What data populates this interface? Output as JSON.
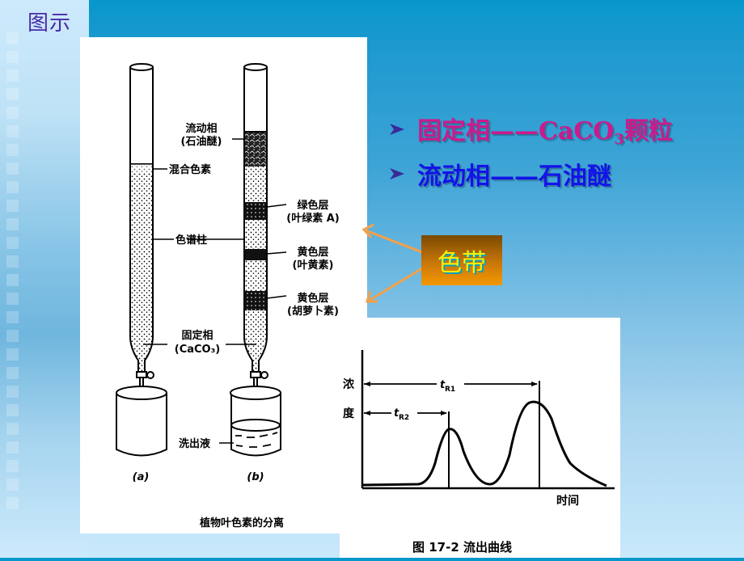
{
  "slide": {
    "title": "图示",
    "background_top_color": "#0797cb",
    "background_bottom_color": "#c9e9fb"
  },
  "bullets": [
    {
      "prefix": "固定相——CaCO",
      "sub": "3",
      "suffix": "颗粒",
      "color": "#cc1a8c"
    },
    {
      "prefix": "流动相——石油醚",
      "sub": "",
      "suffix": "",
      "color": "#1313e8"
    }
  ],
  "band_callout": {
    "label": "色带",
    "text_color": "#ffee00",
    "arrow_color": "#f4a04a"
  },
  "figure_columns": {
    "caption": "植物叶色素的分离",
    "column_a": {
      "label": "(a)",
      "annotations": [
        "混合色素",
        "色谱柱"
      ]
    },
    "column_b": {
      "label": "(b)",
      "annotations": [
        {
          "line1": "流动相",
          "line2": "(石油醚)"
        },
        {
          "line1": "绿色层",
          "line2": "(叶绿素 A)"
        },
        {
          "line1": "黄色层",
          "line2": "(叶黄素)"
        },
        {
          "line1": "黄色层",
          "line2": "(胡萝卜素)"
        }
      ]
    },
    "shared_annotations": {
      "stationary_phase": {
        "line1": "固定相",
        "line2": "(CaCO₃)"
      },
      "eluate": "洗出液"
    }
  },
  "figure_curve": {
    "caption": "图 17-2  流出曲线",
    "ylabel_1": "浓",
    "ylabel_2": "度",
    "xlabel": "时间",
    "tr1_label": "t",
    "tr1_sub": "R1",
    "tr2_label": "t",
    "tr2_sub": "R2"
  },
  "chart_data": {
    "type": "line",
    "title": "流出曲线",
    "xlabel": "时间",
    "ylabel": "浓度",
    "series": [
      {
        "name": "elution curve",
        "peaks": [
          {
            "label": "tR2",
            "x_rel": 0.35,
            "height_rel": 0.45
          },
          {
            "label": "tR1",
            "x_rel": 0.72,
            "height_rel": 0.7
          }
        ]
      }
    ],
    "annotations": [
      "tR1",
      "tR2"
    ],
    "grid": false
  }
}
